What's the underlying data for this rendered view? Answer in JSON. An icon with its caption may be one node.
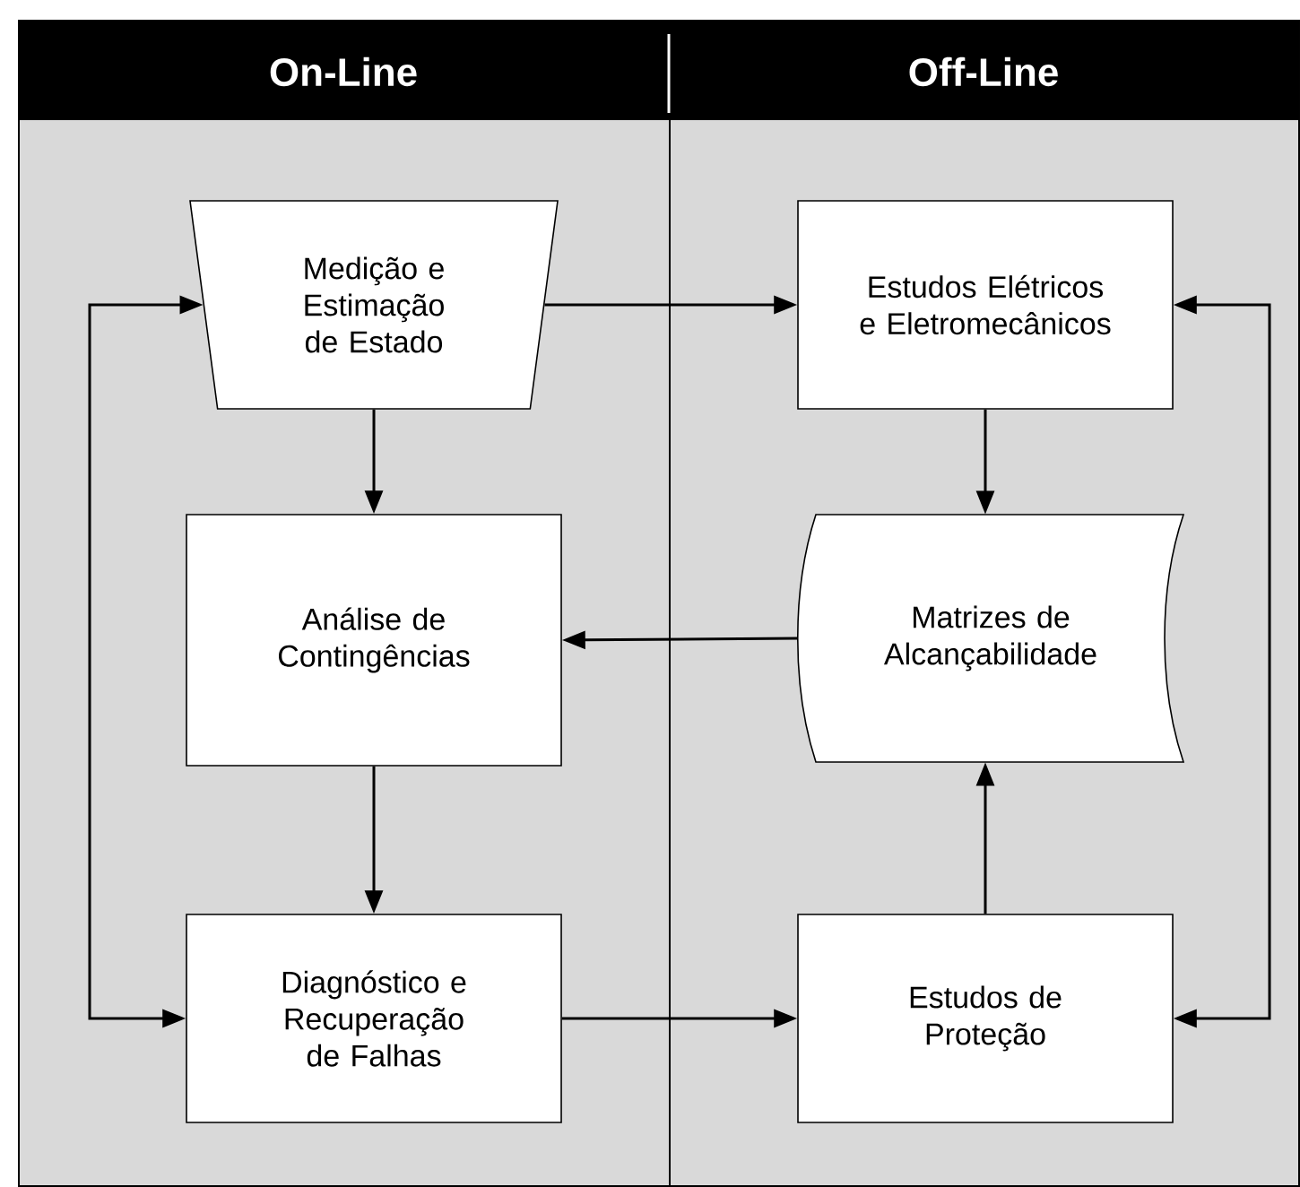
{
  "diagram": {
    "nodes": [
      {
        "text": [
          "On-Line"
        ]
      },
      {
        "text": [
          "Off-Line"
        ]
      },
      {
        "text": [
          "Medição e Estimação de Estado"
        ],
        "in": 0
      },
      {
        "text": [
          "Estudos Elétricos e Eletromecânicos"
        ],
        "in": 1
      },
      {
        "text": [
          "Análise de Contingências"
        ],
        "in": 0
      },
      {
        "text": [
          "Matrizes de Alcançabilidade"
        ],
        "in": 1
      },
      {
        "text": [
          "Diagnóstico e Recuperação de Falhas"
        ],
        "in": 0
      },
      {
        "text": [
          "Estudos de Proteção"
        ],
        "in": 1
      }
    ],
    "edges": [
      {
        "from": 2,
        "to": 3,
        "arrow": "to"
      },
      {
        "from": 2,
        "to": 4,
        "arrow": "to"
      },
      {
        "from": 3,
        "to": 5,
        "arrow": "to"
      },
      {
        "from": 5,
        "to": 4,
        "arrow": "to"
      },
      {
        "from": 4,
        "to": 6,
        "arrow": "to"
      },
      {
        "from": 7,
        "to": 5,
        "arrow": "to"
      },
      {
        "from": 6,
        "to": 7,
        "arrow": "to"
      },
      {
        "from": 2,
        "to": 6,
        "arrow": "both"
      },
      {
        "from": 3,
        "to": 7,
        "arrow": "both"
      }
    ]
  }
}
